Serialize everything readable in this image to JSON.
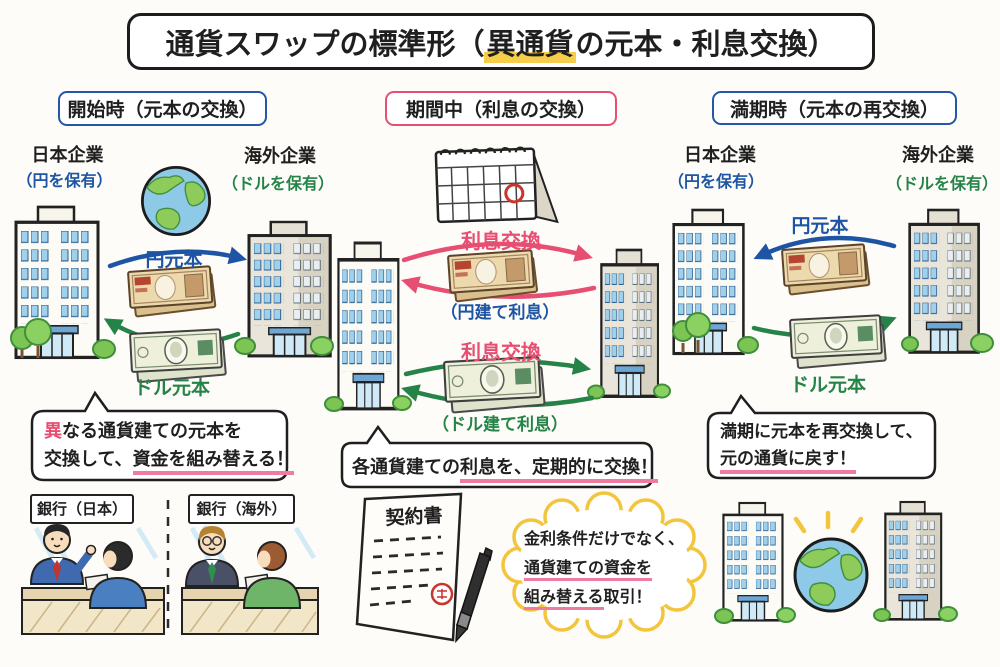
{
  "title": {
    "part1": "通貨スワップの標準形（",
    "highlight": "異通貨",
    "part2": "の元本・利息交換）"
  },
  "start": {
    "header": "開始時（元本の交換）",
    "japan_company": "日本企業",
    "japan_holding": "（円を保有）",
    "overseas_company": "海外企業",
    "overseas_holding": "（ドルを保有）",
    "yen_principal": "円元本",
    "dollar_principal": "ドル元本",
    "callout": {
      "accent": "異",
      "line1_rest": "なる通貨建ての元本を",
      "line2_pre": "交換して、",
      "line2_underline": "資金を組み替える！"
    }
  },
  "during": {
    "header": "期間中（利息の交換）",
    "interest_exchange_yen": "利息交換",
    "yen_interest": "（円建て利息）",
    "interest_exchange_dollar": "利息交換",
    "dollar_interest": "（ドル建て利息）",
    "callout": {
      "pre": "各通貨建ての",
      "underline": "利息を、定期的に交換！"
    }
  },
  "maturity": {
    "header": "満期時（元本の再交換）",
    "japan_company": "日本企業",
    "japan_holding": "（円を保有）",
    "overseas_company": "海外企業",
    "overseas_holding": "（ドルを保有）",
    "yen_principal": "円元本",
    "dollar_principal": "ドル元本",
    "callout": {
      "line1": "満期に元本を再交換して、",
      "line2_underline": "元の通貨に戻す！"
    }
  },
  "bottom": {
    "bank_japan_sign": "銀行（日本）",
    "bank_overseas_sign": "銀行（海外）",
    "contract_title": "契約書",
    "cloud": {
      "line1": "金利条件だけでなく、",
      "line2_underline": "通貨建ての資金を",
      "line3_underline": "組み替える",
      "line3_rest": "取引！"
    }
  },
  "icons": [
    "globe-icon",
    "calendar-icon",
    "yen-banknotes-icon",
    "dollar-banknotes-icon",
    "building",
    "arrow",
    "speech-bubble",
    "cloud-bubble",
    "contract-icon",
    "pen-icon",
    "seal-icon",
    "bank-counter-scene",
    "sparkle-icon"
  ],
  "colors": {
    "blue": "#1d55a4",
    "green": "#258348",
    "pink": "#e74f72",
    "underline_pink": "#f07ba0",
    "highlight_yellow": "#f6cd4a",
    "cloud_yellow": "#f3c53d",
    "seal_red": "#c9342c",
    "ink": "#1f1f1f"
  }
}
